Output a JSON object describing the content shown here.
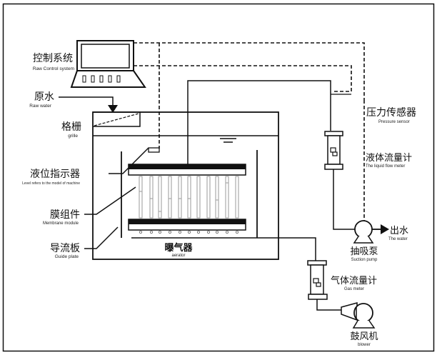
{
  "diagram": {
    "labels": {
      "control_system": {
        "zh": "控制系统",
        "en": "Raw Control system"
      },
      "raw_water": {
        "zh": "原水",
        "en": "Raw water"
      },
      "grille": {
        "zh": "格栅",
        "en": "grille"
      },
      "level_indicator": {
        "zh": "液位指示器",
        "en": "Level refers to the model of machine"
      },
      "membrane_module": {
        "zh": "膜组件",
        "en": "Membrane module"
      },
      "guide_plate": {
        "zh": "导流板",
        "en": "Guide plate"
      },
      "aerator": {
        "zh": "曝气器",
        "en": "aerator"
      },
      "pressure_sensor": {
        "zh": "压力传感器",
        "en": "Pressure sensor"
      },
      "liquid_flow_meter": {
        "zh": "液体流量计",
        "en": "The liquid flow meter"
      },
      "suction_pump": {
        "zh": "抽吸泵",
        "en": "Suction pump"
      },
      "outlet_water": {
        "zh": "出水",
        "en": "The water"
      },
      "gas_meter": {
        "zh": "气体流量计",
        "en": "Gas meter"
      },
      "blower": {
        "zh": "鼓风机",
        "en": "blower"
      }
    },
    "colors": {
      "line": "#111111",
      "fiber": "#9a9a9a",
      "background": "#ffffff"
    }
  }
}
